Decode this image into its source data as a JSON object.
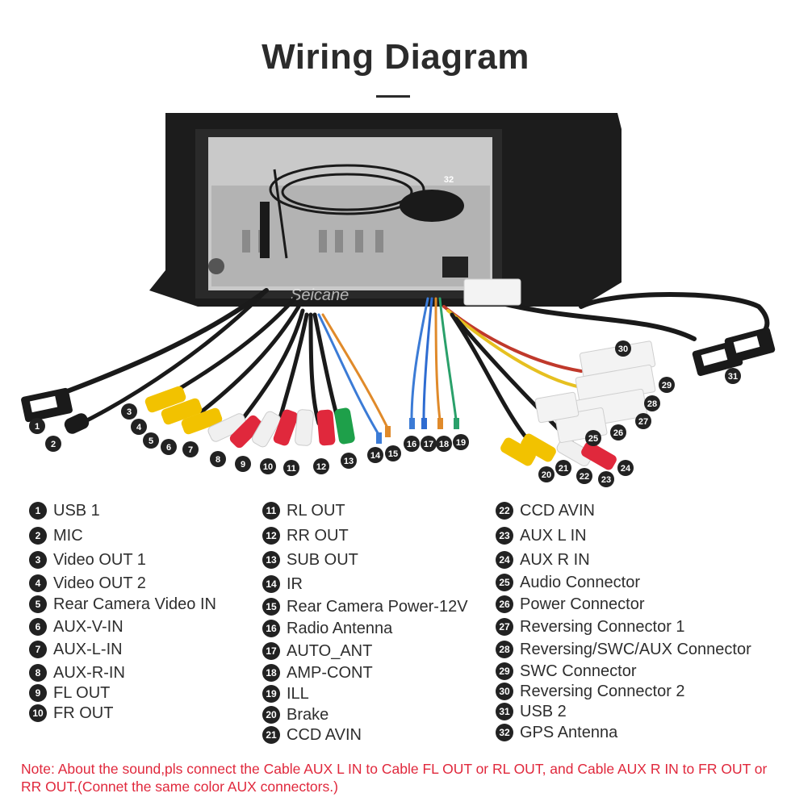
{
  "title": "Wiring Diagram",
  "watermark": "Seicane",
  "legend": {
    "col1": [
      {
        "num": "1",
        "label": "USB 1"
      },
      {
        "num": "2",
        "label": "MIC"
      },
      {
        "num": "3",
        "label": "Video OUT 1"
      },
      {
        "num": "4",
        "label": "Video OUT 2"
      },
      {
        "num": "5",
        "label": "Rear Camera Video IN"
      },
      {
        "num": "6",
        "label": "AUX-V-IN"
      },
      {
        "num": "7",
        "label": "AUX-L-IN"
      },
      {
        "num": "8",
        "label": "AUX-R-IN"
      },
      {
        "num": "9",
        "label": "FL OUT"
      },
      {
        "num": "10",
        "label": "FR OUT"
      }
    ],
    "col2": [
      {
        "num": "11",
        "label": "RL OUT"
      },
      {
        "num": "12",
        "label": "RR OUT"
      },
      {
        "num": "13",
        "label": "SUB OUT"
      },
      {
        "num": "14",
        "label": "IR"
      },
      {
        "num": "15",
        "label": "Rear Camera Power-12V"
      },
      {
        "num": "16",
        "label": "Radio Antenna"
      },
      {
        "num": "17",
        "label": "AUTO_ANT"
      },
      {
        "num": "18",
        "label": "AMP-CONT"
      },
      {
        "num": "19",
        "label": "ILL"
      },
      {
        "num": "20",
        "label": "Brake"
      },
      {
        "num": "21",
        "label": "CCD AVIN"
      }
    ],
    "col3": [
      {
        "num": "22",
        "label": "CCD AVIN"
      },
      {
        "num": "23",
        "label": "AUX L IN"
      },
      {
        "num": "24",
        "label": "AUX R IN"
      },
      {
        "num": "25",
        "label": "Audio Connector"
      },
      {
        "num": "26",
        "label": "Power Connector"
      },
      {
        "num": "27",
        "label": "Reversing Connector 1"
      },
      {
        "num": "28",
        "label": "Reversing/SWC/AUX Connector"
      },
      {
        "num": "29",
        "label": "SWC Connector"
      },
      {
        "num": "30",
        "label": "Reversing Connector 2"
      },
      {
        "num": "31",
        "label": "USB 2"
      },
      {
        "num": "32",
        "label": "GPS Antenna"
      }
    ]
  },
  "callouts": [
    "1",
    "2",
    "3",
    "4",
    "5",
    "6",
    "7",
    "8",
    "9",
    "10",
    "11",
    "12",
    "13",
    "14",
    "15",
    "16",
    "17",
    "18",
    "19",
    "20",
    "21",
    "22",
    "23",
    "24",
    "25",
    "26",
    "27",
    "28",
    "29",
    "30",
    "31",
    "32"
  ],
  "note": "Note: About the sound,pls connect the Cable AUX L IN to Cable FL OUT or RL OUT, and Cable AUX R IN to FR OUT or RR OUT.(Connet the same color AUX connectors.)",
  "colors": {
    "note": "#e0283c",
    "badge": "#222222",
    "title": "#2b2b2b"
  }
}
